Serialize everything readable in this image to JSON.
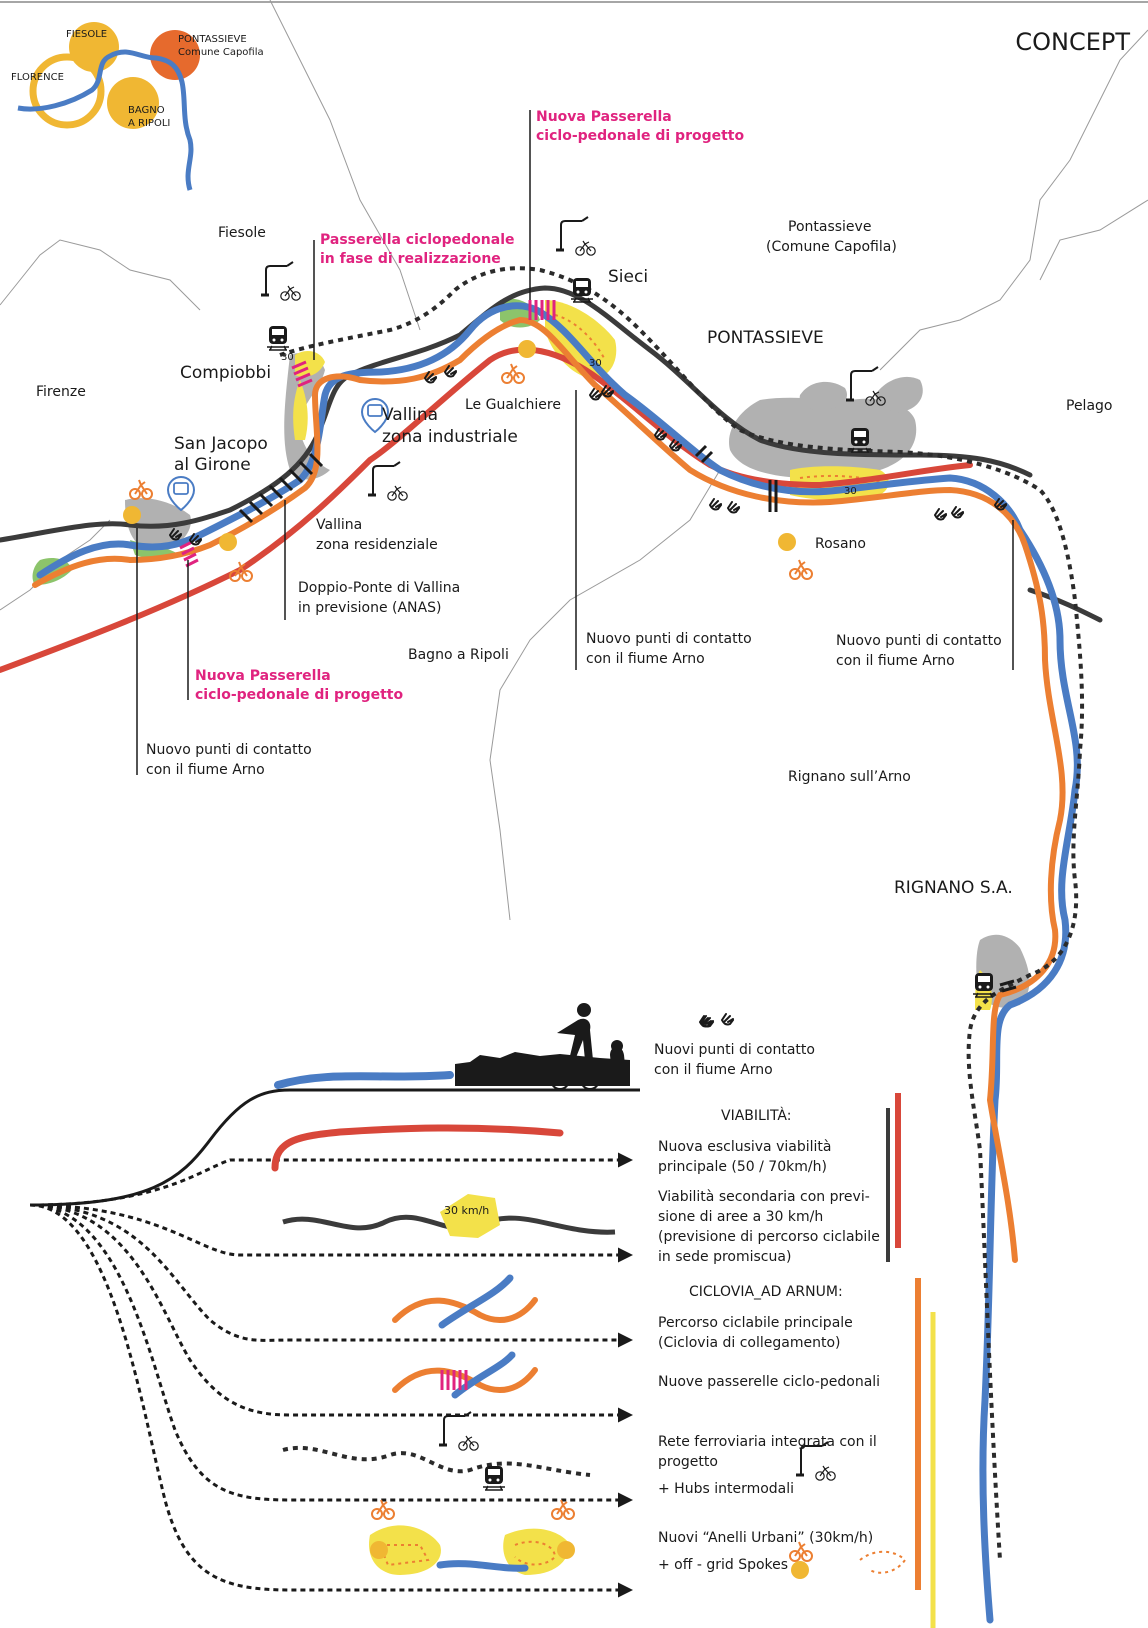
{
  "title": "CONCEPT",
  "inset": {
    "fiesole": "FIESOLE",
    "florence": "FLORENCE",
    "pontassieve": "PONTASSIEVE",
    "capofila": "Comune Capofila",
    "bagno_line1": "BAGNO",
    "bagno_line2": "A RIPOLI"
  },
  "places": {
    "fiesole": "Fiesole",
    "firenze": "Firenze",
    "compiobbi": "Compiobbi",
    "san_jacopo_1": "San Jacopo",
    "san_jacopo_2": "al Girone",
    "vallina_ind_1": "Vallina",
    "vallina_ind_2": "zona industriale",
    "vallina_res_1": "Vallina",
    "vallina_res_2": "zona residenziale",
    "le_gualchiere": "Le Gualchiere",
    "sieci": "Sieci",
    "pontassieve_cap_1": "Pontassieve",
    "pontassieve_cap_2": "(Comune Capofila)",
    "pontassieve": "PONTASSIEVE",
    "pelago": "Pelago",
    "rosano": "Rosano",
    "bagno": "Bagno a Ripoli",
    "rignano_small": "Rignano sull’Arno",
    "rignano": "RIGNANO S.A.",
    "speed_30": "30"
  },
  "annotations": {
    "passerella_real_1": "Passerella ciclopedonale",
    "passerella_real_2": "in fase di realizzazione",
    "nuova_top_1": "Nuova Passerella",
    "nuova_top_2": "ciclo-pedonale di progetto",
    "nuova_left_1": "Nuova Passerella",
    "nuova_left_2": "ciclo-pedonale di progetto",
    "doppio_1": "Doppio-Ponte di Vallina",
    "doppio_2": "in previsione (ANAS)",
    "contatto_a_1": "Nuovo punti di contatto",
    "contatto_a_2": "con il fiume Arno",
    "contatto_b_1": "Nuovo punti di contatto",
    "contatto_b_2": "con il fiume Arno",
    "contatto_c_1": "Nuovo punti di contatto",
    "contatto_c_2": "con il fiume Arno"
  },
  "legend": {
    "contatto_1": "Nuovi punti di contatto",
    "contatto_2": "con il fiume Arno",
    "viabilita": "VIABILITÀ:",
    "principale_1": "Nuova esclusiva viabilità",
    "principale_2": "principale (50 / 70km/h)",
    "secondaria_1": "Viabilità secondaria con previ-",
    "secondaria_2": "sione di aree a 30 km/h",
    "secondaria_3": "(previsione di percorso ciclabile",
    "secondaria_4": "in sede promiscua)",
    "speed_badge": "30 km/h",
    "ciclovia": "CICLOVIA_AD ARNUM:",
    "ciclabile_1": "Percorso ciclabile principale",
    "ciclabile_2": "(Ciclovia di collegamento)",
    "passerelle": "Nuove passerelle ciclo-pedonali",
    "ferrovia_1": "Rete ferroviaria integrata con il",
    "ferrovia_2": "progetto",
    "hubs": "+ Hubs intermodali",
    "anelli_1": "Nuovi “Anelli Urbani” (30km/h)",
    "anelli_2": "+ off - grid Spokes"
  },
  "colors": {
    "river": "#4a7cc4",
    "cycle_route": "#ec7f32",
    "main_road": "#d8473a",
    "rail": "#2b2b2b",
    "urban_ring": "#f3e14a",
    "footbridge": "#e0237f",
    "green_area": "#8cc46b",
    "urban_area": "#a8a8a8",
    "inset_yellow": "#f0b733",
    "inset_orange": "#e66a2d"
  }
}
